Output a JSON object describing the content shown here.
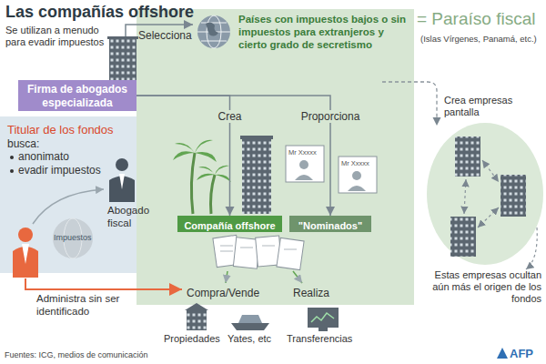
{
  "diagram": {
    "title": "Las compañías offshore",
    "caption": "Fuentes: ICG, medios de comunicación",
    "nodes": [
      {
        "text": [
          "Países con impuestos bajos o sin impuestos para extranjeros y cierto grado de secretismo"
        ]
      },
      {
        "text": [
          "Firma de abogados especializada"
        ]
      },
      {
        "text": [
          "Titular de los fondos",
          "busca:",
          "anonimato",
          "evadir impuestos"
        ]
      },
      {
        "text": [
          "Compañía offshore"
        ],
        "in": 0
      },
      {
        "text": [
          "\"Nominados\""
        ],
        "in": 0
      }
    ],
    "edges": [
      {
        "from": 1,
        "to": 3,
        "label": "Crea",
        "arrow": "to"
      },
      {
        "from": 1,
        "to": 4,
        "label": "Proporciona",
        "arrow": "to"
      }
    ],
    "labels": [
      "Se utilizan a menudo para evadir impuestos",
      "Selecciona",
      "= Paraíso fiscal",
      "(Islas Vírgenes, Panamá, etc.)",
      "Abogado fiscal",
      "Impuestos",
      "Mr Xxxxx",
      "Mr Xxxxx",
      "Crea empresas pantalla",
      "Administra sin ser identificado",
      "Compra/Vende",
      "Realiza",
      "Propiedades",
      "Yates, etc",
      "Transferencias",
      "Estas empresas ocultan aún más el origen de los fondos",
      "AFP"
    ]
  }
}
